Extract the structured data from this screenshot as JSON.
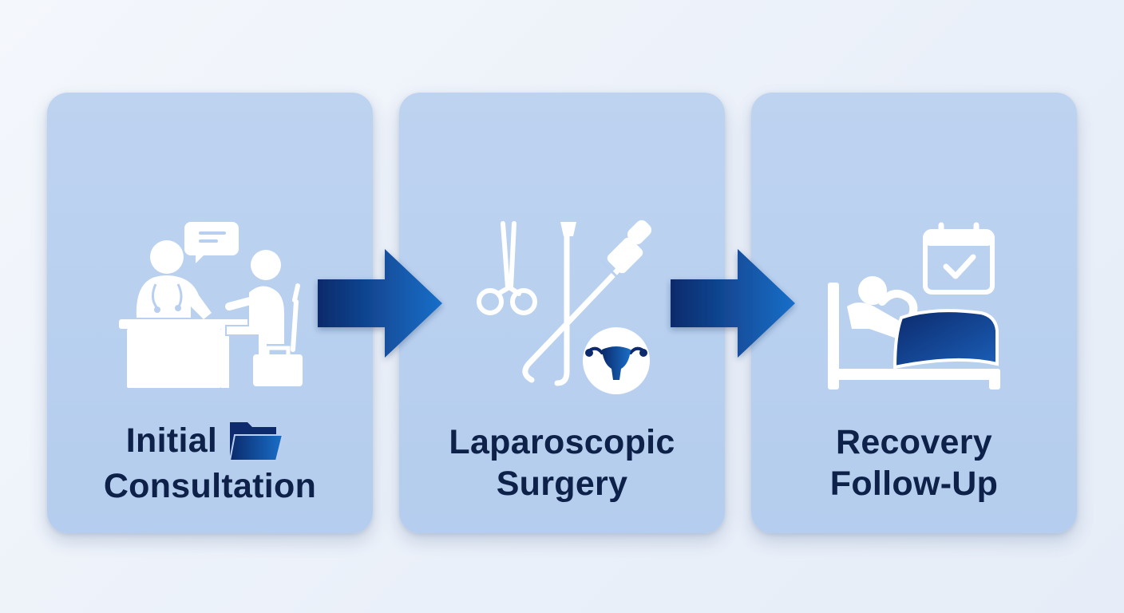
{
  "steps": [
    {
      "line1": "Initial",
      "line2": "Consultation",
      "icon": "doctor-consultation-icon",
      "badge_icon": "folder-icon"
    },
    {
      "line1": "Laparoscopic",
      "line2": "Surgery",
      "icon": "surgical-instruments-icon",
      "badge_icon": "uterus-icon"
    },
    {
      "line1": "Recovery",
      "line2": "Follow-Up",
      "icon": "hospital-bed-icon",
      "badge_icon": "calendar-check-icon"
    }
  ],
  "colors": {
    "card": "#b8cfef",
    "text": "#0e2148",
    "arrow_dark": "#0b2a6b",
    "arrow_light": "#1a6fc9",
    "icon": "#ffffff"
  }
}
